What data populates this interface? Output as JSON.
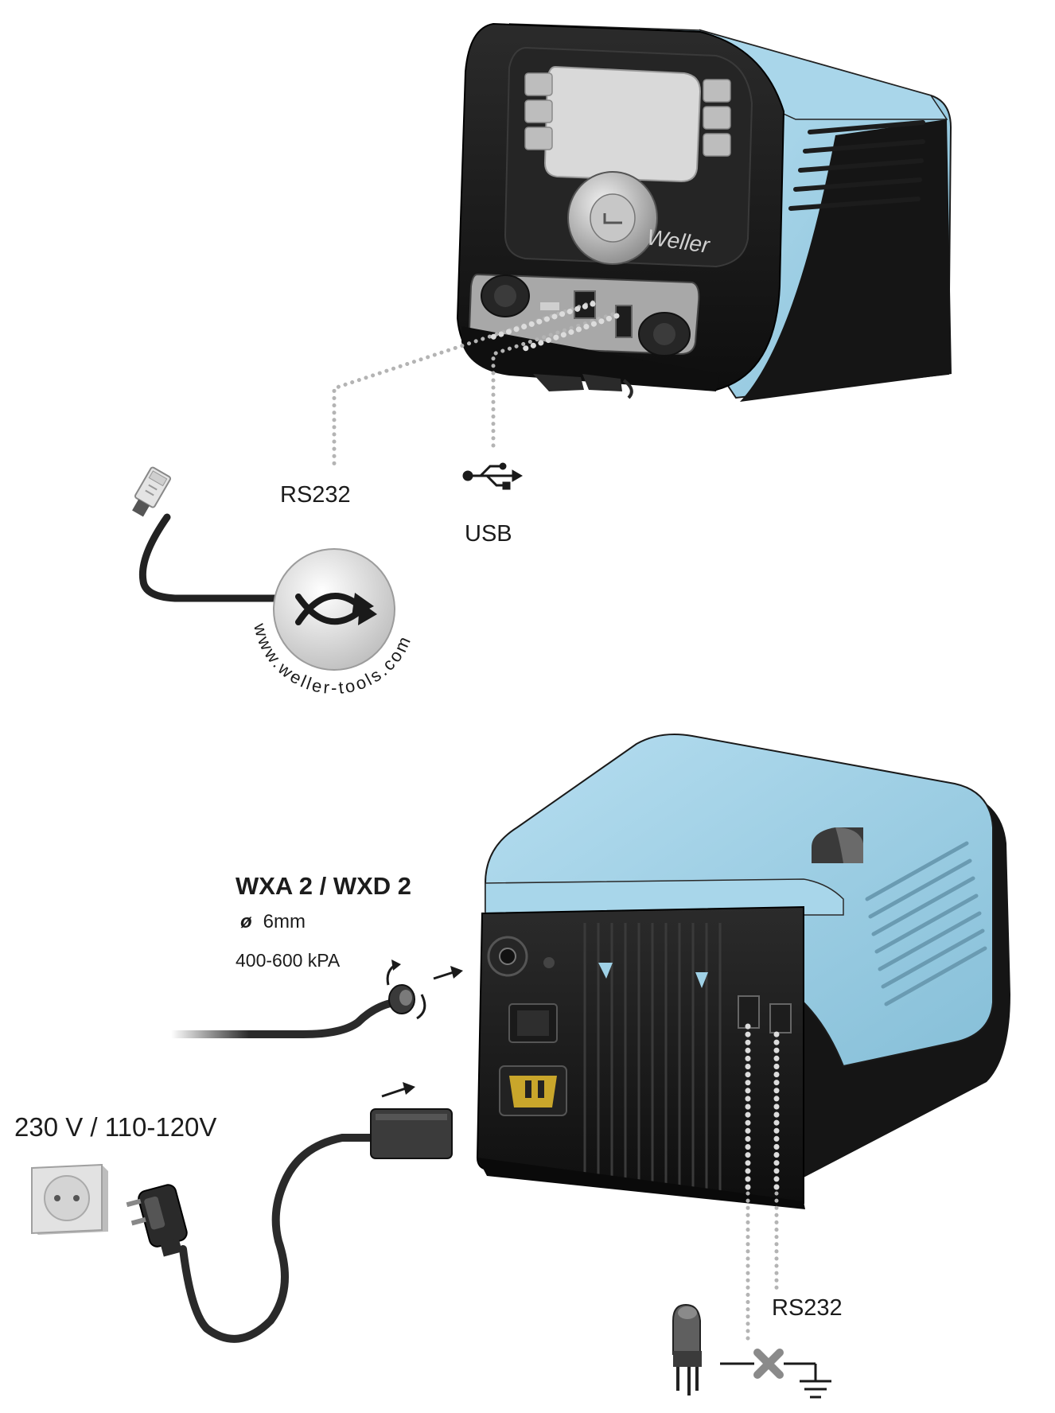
{
  "labels": {
    "rs232_top": "RS232",
    "usb": "USB",
    "website": "www.weller-tools.com",
    "brand": "Weller",
    "model": "WXA 2 / WXD 2",
    "hose_diameter_symbol": "ø",
    "hose_diameter": "6mm",
    "pressure": "400-600 kPA",
    "voltage": "230 V / 110-120V",
    "rs232_bottom": "RS232"
  },
  "icons": [
    "usb-icon",
    "exchange-arrows-icon",
    "ground-icon",
    "equipotential-clip-icon",
    "wall-socket-icon",
    "mains-plug-icon",
    "rj-plug-icon"
  ],
  "colors": {
    "housing_blue": "#9fd1e6",
    "housing_blue_dark": "#7fb6cf",
    "housing_black": "#1e1e1e",
    "display_grey": "#d6d6d6",
    "dotted_line": "#b4b4b4",
    "connector_yellow": "#c9a62b"
  }
}
